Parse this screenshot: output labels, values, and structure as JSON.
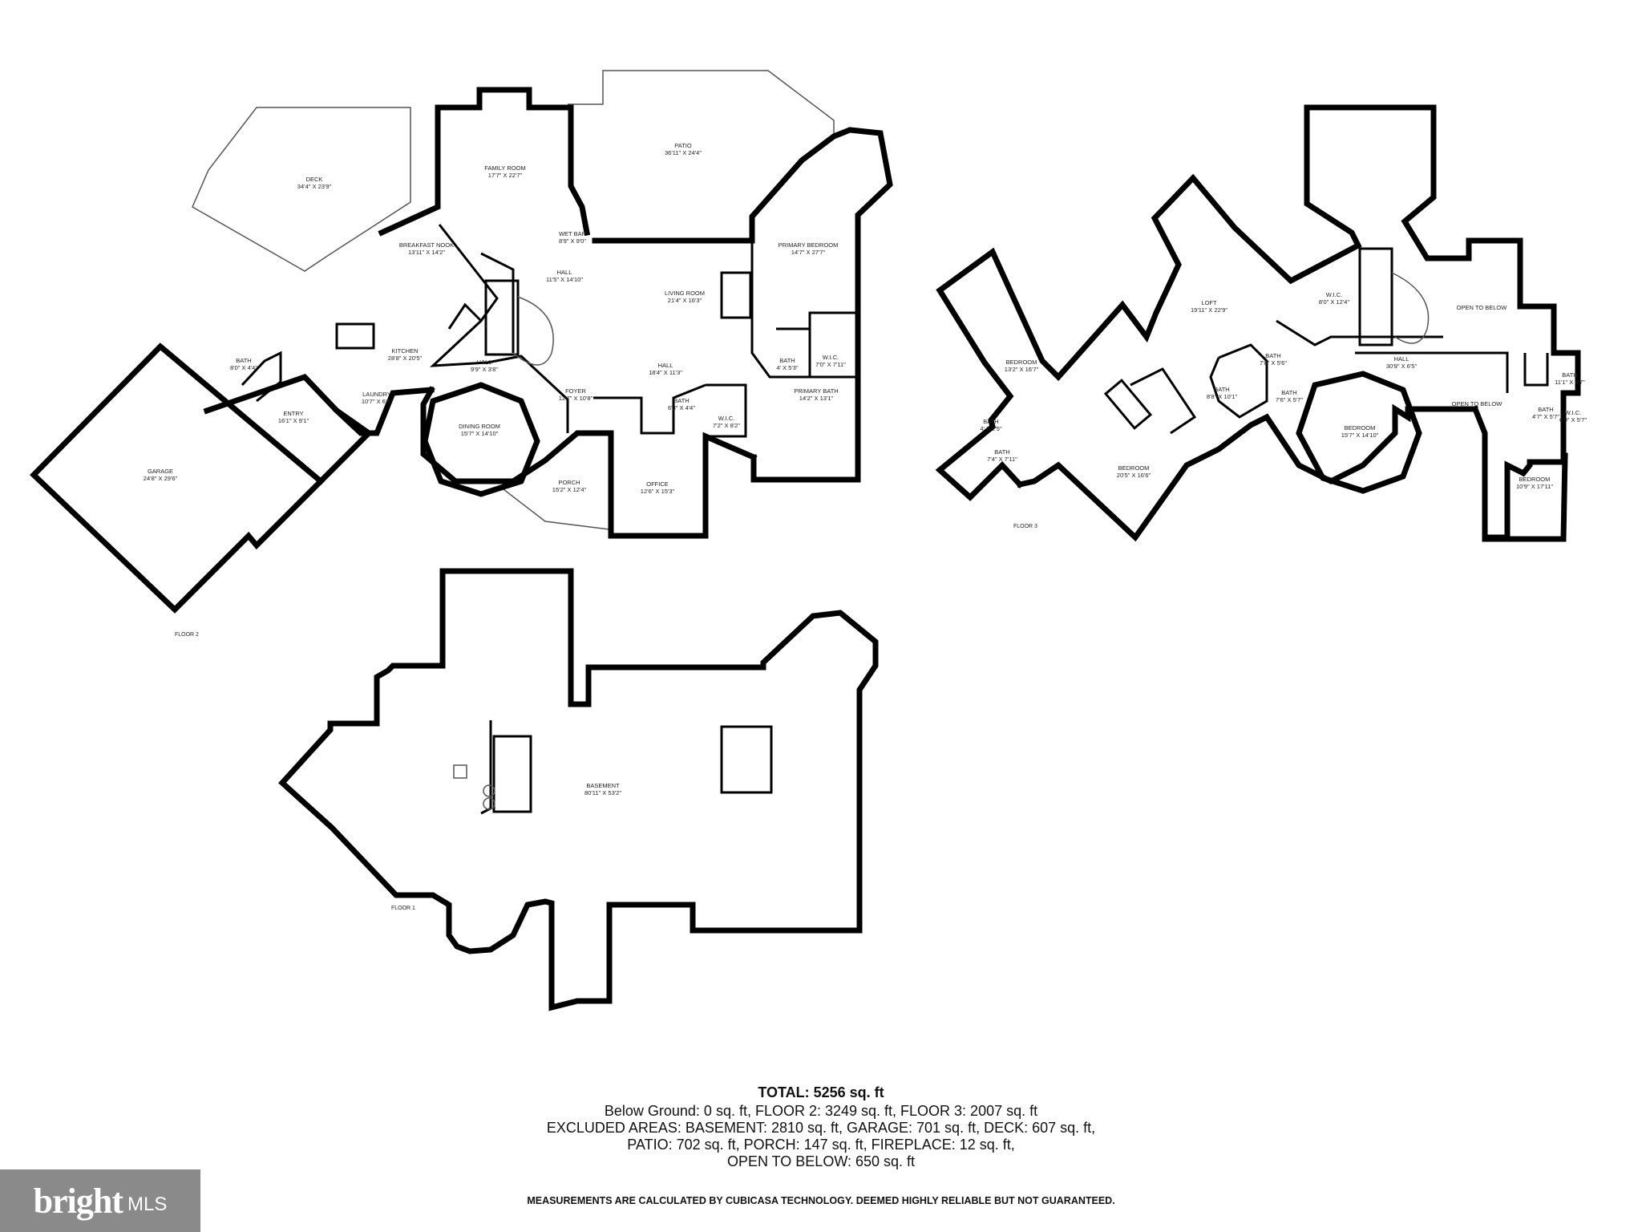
{
  "floor2": {
    "label": "FLOOR 2",
    "rooms": [
      {
        "name": "DECK",
        "dim": "34'4\" X 23'9\""
      },
      {
        "name": "FAMILY ROOM",
        "dim": "17'7\" X 22'7\""
      },
      {
        "name": "PATIO",
        "dim": "36'11\" X 24'4\""
      },
      {
        "name": "BREAKFAST NOOK",
        "dim": "13'11\" X 14'2\""
      },
      {
        "name": "WET BAR",
        "dim": "8'9\" X 9'0\""
      },
      {
        "name": "HALL",
        "dim": "11'5\" X 14'10\""
      },
      {
        "name": "LIVING ROOM",
        "dim": "21'4\" X 16'3\""
      },
      {
        "name": "PRIMARY BEDROOM",
        "dim": "14'7\" X 27'7\""
      },
      {
        "name": "KITCHEN",
        "dim": "28'8\" X 20'5\""
      },
      {
        "name": "BATH",
        "dim": "8'0\" X 4'4\""
      },
      {
        "name": "HALL",
        "dim": "9'9\" X 3'8\""
      },
      {
        "name": "HALL",
        "dim": "18'4\" X 11'3\""
      },
      {
        "name": "BATH",
        "dim": "4' X 5'3\""
      },
      {
        "name": "W.I.C.",
        "dim": "7'0\" X 7'11\""
      },
      {
        "name": "ENTRY",
        "dim": "16'1\" X 9'1\""
      },
      {
        "name": "LAUNDRY",
        "dim": "10'7\" X 6'4\""
      },
      {
        "name": "FOYER",
        "dim": "12'7\" X 10'8\""
      },
      {
        "name": "BATH",
        "dim": "6'3\" X 4'4\""
      },
      {
        "name": "PRIMARY BATH",
        "dim": "14'2\" X 13'1\""
      },
      {
        "name": "DINING ROOM",
        "dim": "15'7\" X 14'10\""
      },
      {
        "name": "W.I.C.",
        "dim": "7'2\" X 8'2\""
      },
      {
        "name": "GARAGE",
        "dim": "24'8\" X 29'6\""
      },
      {
        "name": "PORCH",
        "dim": "15'2\" X 12'4\""
      },
      {
        "name": "OFFICE",
        "dim": "12'6\" X 15'3\""
      }
    ]
  },
  "floor3": {
    "label": "FLOOR 3",
    "rooms": [
      {
        "name": "LOFT",
        "dim": "19'11\" X 22'9\""
      },
      {
        "name": "W.I.C.",
        "dim": "8'0\" X 12'4\""
      },
      {
        "name": "OPEN TO BELOW",
        "dim": ""
      },
      {
        "name": "BEDROOM",
        "dim": "13'2\" X 16'7\""
      },
      {
        "name": "BATH",
        "dim": "7'8\" X 5'6\""
      },
      {
        "name": "HALL",
        "dim": "30'9\" X 6'5\""
      },
      {
        "name": "BATH",
        "dim": "11'1\" X 4'7\""
      },
      {
        "name": "BATH",
        "dim": "8'8\" X 10'1\""
      },
      {
        "name": "BATH",
        "dim": "7'6\" X 5'7\""
      },
      {
        "name": "OPEN TO BELOW",
        "dim": ""
      },
      {
        "name": "BATH",
        "dim": "4'7\" X 5'7\""
      },
      {
        "name": "W.I.C.",
        "dim": "6'0\" X 5'7\""
      },
      {
        "name": "BATH",
        "dim": "4' X 2'5\""
      },
      {
        "name": "BEDROOM",
        "dim": "15'7\" X 14'10\""
      },
      {
        "name": "BATH",
        "dim": "7'4\" X 7'11\""
      },
      {
        "name": "BEDROOM",
        "dim": "20'5\" X 16'6\""
      },
      {
        "name": "BEDROOM",
        "dim": "10'9\" X 17'11\""
      }
    ]
  },
  "floor1": {
    "label": "FLOOR 1",
    "rooms": [
      {
        "name": "BASEMENT",
        "dim": "80'11\" X 53'2\""
      }
    ]
  },
  "summary": {
    "total": "TOTAL: 5256 sq. ft",
    "lines": [
      "Below Ground: 0 sq. ft, FLOOR 2: 3249 sq. ft, FLOOR 3: 2007 sq. ft",
      "EXCLUDED AREAS: BASEMENT: 2810 sq. ft, GARAGE: 701 sq. ft, DECK: 607 sq. ft,",
      "PATIO: 702 sq. ft, PORCH: 147 sq. ft, FIREPLACE: 12 sq. ft,",
      "OPEN TO BELOW: 650 sq. ft"
    ],
    "disclaimer": "MEASUREMENTS ARE CALCULATED BY CUBICASA TECHNOLOGY. DEEMED HIGHLY RELIABLE BUT NOT GUARANTEED."
  },
  "logo": {
    "word": "bright",
    "suffix": "MLS"
  }
}
